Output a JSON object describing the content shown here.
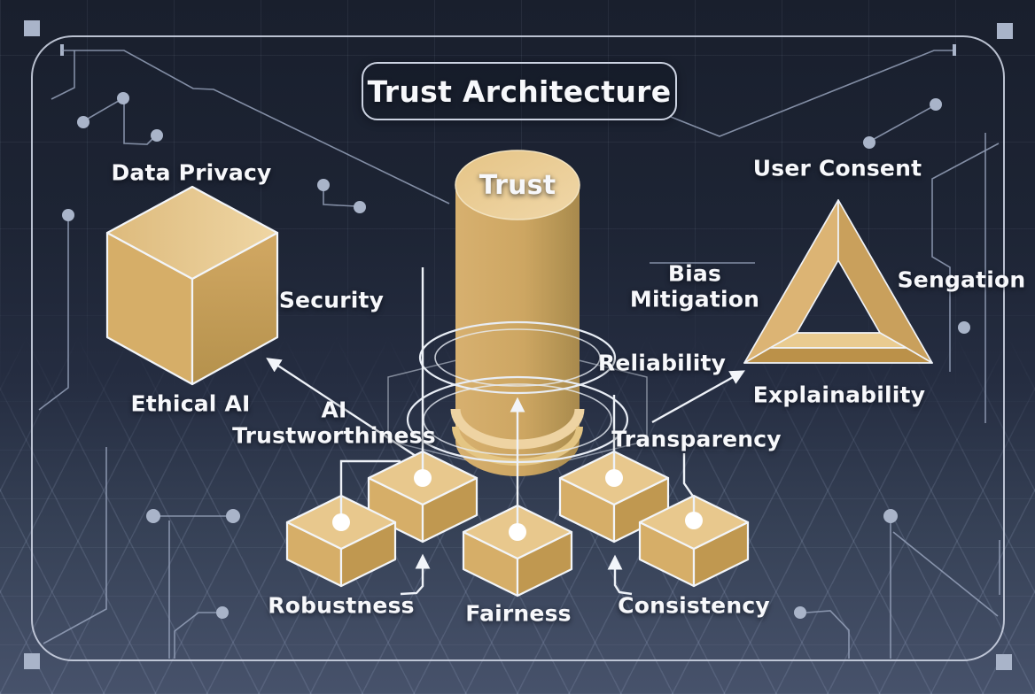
{
  "title": "Trust Architecture",
  "labels": {
    "trust": "Trust",
    "data_privacy": "Data Privacy",
    "security": "Security",
    "ethical_ai": "Ethical AI",
    "ai_trust_line1": "AI",
    "ai_trust_line2": "Trustworthiness",
    "user_consent": "User Consent",
    "bias_line1": "Bias",
    "bias_line2": "Mitigation",
    "sengation": "Sengation",
    "reliability": "Reliability",
    "explainability": "Explainability",
    "transparency": "Transparency",
    "robustness": "Robustness",
    "fairness": "Fairness",
    "consistency": "Consistency"
  },
  "colors": {
    "background_top": "#1a202e",
    "background_bottom": "#46516a",
    "gold_top_face": "#e8c88d",
    "gold_left_face": "#d6ae68",
    "gold_right_face": "#c09850",
    "gold_cylinder_top": "#eed2a0",
    "gold_cylinder_body": "#cda662",
    "gold_cylinder_shade": "#a8894d",
    "gold_band": "#eed3a2",
    "line_white": "#eef2f8",
    "circuit_line": "#95a1ba",
    "node_fill": "#a9b4c9",
    "border_line": "#ccd3e2",
    "text": "#f7f8fb"
  }
}
